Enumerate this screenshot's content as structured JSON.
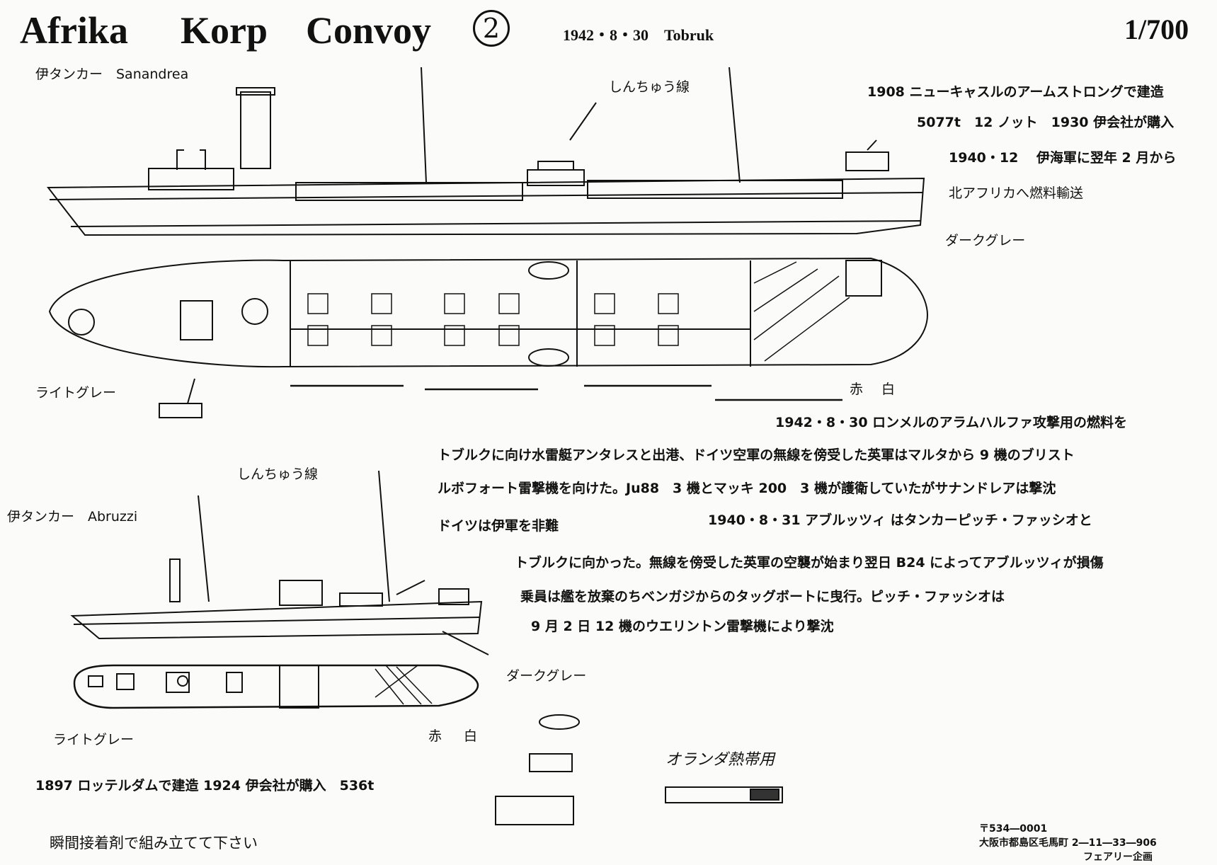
{
  "header": {
    "title_1": "Afrika",
    "title_2": "Korp",
    "title_3": "Convoy",
    "issue_number": "2",
    "date_place": "1942・8・30　Tobruk",
    "scale": "1/700"
  },
  "ship1": {
    "label": "伊タンカー　Sanandrea",
    "wire_label": "しんちゅう線",
    "hull_color_label": "ダークグレー",
    "deck_color_label": "ライトグレー",
    "red_label": "赤",
    "white_label": "白",
    "history": [
      "1908 ニューキャスルのアームストロングで建造",
      "5077t　12 ノット　1930 伊会社が購入",
      "1940・12　 伊海軍に翌年 2 月から",
      "北アフリカへ燃料輸送"
    ]
  },
  "story": {
    "line1": "1942・8・30 ロンメルのアラムハルファ攻撃用の燃料を",
    "line2": "トブルクに向け水雷艇アンタレスと出港、ドイツ空軍の無線を傍受した英軍はマルタから 9 機のブリスト",
    "line3": "ルボフォート雷撃機を向けた。Ju88　3 機とマッキ 200　3 機が護衛していたがサナンドレアは撃沈",
    "line4a": "ドイツは伊軍を非難",
    "line4b": "1940・8・31 アブルッツィ はタンカーピッチ・ファッシオと",
    "line5": "トブルクに向かった。無線を傍受した英軍の空襲が始まり翌日 B24 によってアブルッツィが損傷",
    "line6": "乗員は艦を放棄のちベンガジからのタッグボートに曳行。ピッチ・ファッシオは",
    "line7": "9 月 2 日 12 機のウエリントン雷撃機により撃沈"
  },
  "ship2": {
    "label": "伊タンカー　Abruzzi",
    "wire_label": "しんちゅう線",
    "hull_color_label": "ダークグレー",
    "deck_color_label": "ライトグレー",
    "red_label": "赤",
    "white_label": "白",
    "history": "1897 ロッテルダムで建造 1924 伊会社が購入　536t"
  },
  "tropical_note": "オランダ熱帯用",
  "footer": {
    "glue_note": "瞬間接着剤で組み立てて下さい",
    "postal": "〒534―0001",
    "address": "大阪市都島区毛馬町 2―11―33―906",
    "company": "フェアリー企画"
  }
}
